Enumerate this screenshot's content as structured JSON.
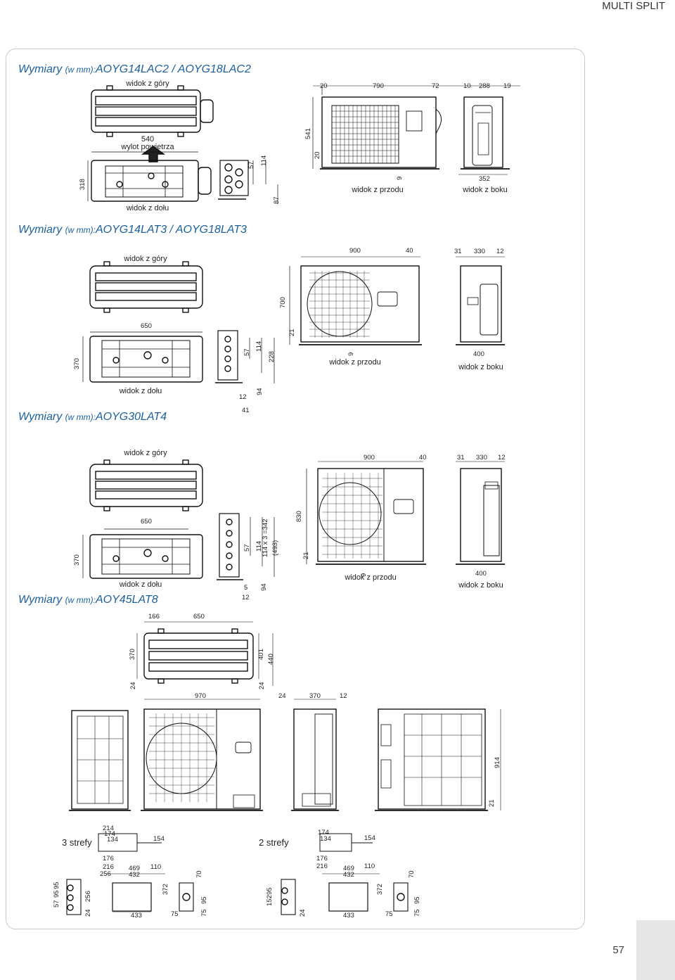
{
  "header": {
    "category": "MULTI SPLIT"
  },
  "page_number": "57",
  "section1": {
    "title": "Wymiary",
    "unit": "(w mm):",
    "models": "AOYG14LAC2 / AOYG18LAC2",
    "views": {
      "top": "widok z góry",
      "bottom": "widok z dołu",
      "front": "widok z przodu",
      "side": "widok z boku",
      "air_outlet": "wylot powietrza"
    },
    "dims": {
      "d540": "540",
      "d318": "318",
      "d57": "57",
      "d114": "114",
      "d87": "87",
      "d20a": "20",
      "d790": "790",
      "d72": "72",
      "d541": "541",
      "d20b": "20",
      "d9": "9",
      "d10": "10",
      "d288": "288",
      "d19": "19",
      "d352": "352"
    }
  },
  "section2": {
    "title": "Wymiary",
    "unit": "(w mm):",
    "models": "AOYG14LAT3 / AOYG18LAT3",
    "views": {
      "top": "widok z góry",
      "bottom": "widok z dołu",
      "front": "widok z przodu",
      "side": "widok z boku"
    },
    "dims": {
      "d650": "650",
      "d370": "370",
      "d57": "57",
      "d114": "114",
      "d228": "228",
      "d12": "12",
      "d41": "41",
      "d94": "94",
      "d900": "900",
      "d40": "40",
      "d700": "700",
      "d21": "21",
      "d9": "9",
      "d31": "31",
      "d330": "330",
      "d12b": "12",
      "d400": "400"
    }
  },
  "section3": {
    "title": "Wymiary",
    "unit": "(w mm):",
    "models": "AOYG30LAT4",
    "views": {
      "top": "widok z góry",
      "bottom": "widok z dołu",
      "front": "widok z przodu",
      "side": "widok z boku"
    },
    "dims": {
      "d650": "650",
      "d370": "370",
      "d57": "57",
      "d114": "114",
      "d114x3": "114 x 3 =342",
      "d493": "(493)",
      "d5": "5",
      "d12": "12",
      "d94": "94",
      "d900": "900",
      "d40": "40",
      "d830": "830",
      "d21": "21",
      "d9": "9",
      "d31": "31",
      "d330": "330",
      "d12b": "12",
      "d400": "400"
    }
  },
  "section4": {
    "title": "Wymiary",
    "unit": "(w mm):",
    "models": "AOY45LAT8",
    "dims": {
      "d166": "166",
      "d650": "650",
      "d370": "370",
      "d401": "401",
      "d440": "440",
      "d24a": "24",
      "d24b": "24",
      "d970": "970",
      "d24c": "24",
      "d370b": "370",
      "d12": "12",
      "d914": "914",
      "d21": "21"
    },
    "zones3": {
      "label": "3 strefy",
      "d214": "214",
      "d174": "174",
      "d134": "134",
      "d154": "154",
      "d176": "176",
      "d216": "216",
      "d256": "256",
      "d469": "469",
      "d432": "432",
      "d110": "110",
      "d70": "70",
      "d372": "372",
      "d433": "433",
      "d57": "57",
      "d95a": "95",
      "d95b": "95",
      "d256b": "256",
      "d24": "24",
      "d75a": "75",
      "d75b": "75",
      "d95c": "95"
    },
    "zones2": {
      "label": "2 strefy",
      "d174": "174",
      "d134": "134",
      "d154": "154",
      "d176": "176",
      "d216": "216",
      "d469": "469",
      "d432": "432",
      "d110": "110",
      "d70": "70",
      "d372": "372",
      "d433": "433",
      "d152": "152",
      "d95": "95",
      "d24": "24",
      "d75a": "75",
      "d75b": "75",
      "d95b": "95"
    }
  }
}
